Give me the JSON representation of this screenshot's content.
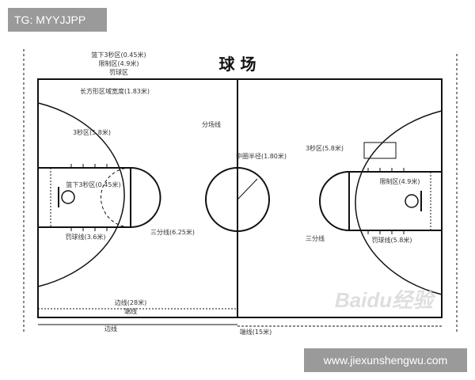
{
  "watermark_top": "TG: MYYJJPP",
  "title": "球 场",
  "footer_url": "www.jiexunshengwu.com",
  "watermark_logo": "Baidu经验",
  "labels": {
    "center_line": "分场线",
    "center_circle": "中圈半径(1.80米)",
    "left_top_1": "篮下3秒区(0.45米)",
    "left_top_2": "限制区(4.9米)",
    "left_top_3": "罚球区",
    "left_dim": "长方形区域宽度(1.83米)",
    "left_key": "3秒区(5.8米)",
    "left_bottom": "罚球线(3.6米)",
    "left_arc": "三分线(6.25米)",
    "bottom_center_1": "边线(28米)",
    "bottom_center_2": "端线",
    "right_top": "3秒区(5.8米)",
    "right_key": "限制区(4.9米)",
    "right_arc": "三分线",
    "right_bottom": "罚球线(5.8米)",
    "bottom_right": "端线(15米)",
    "bottom_left": "边线"
  }
}
